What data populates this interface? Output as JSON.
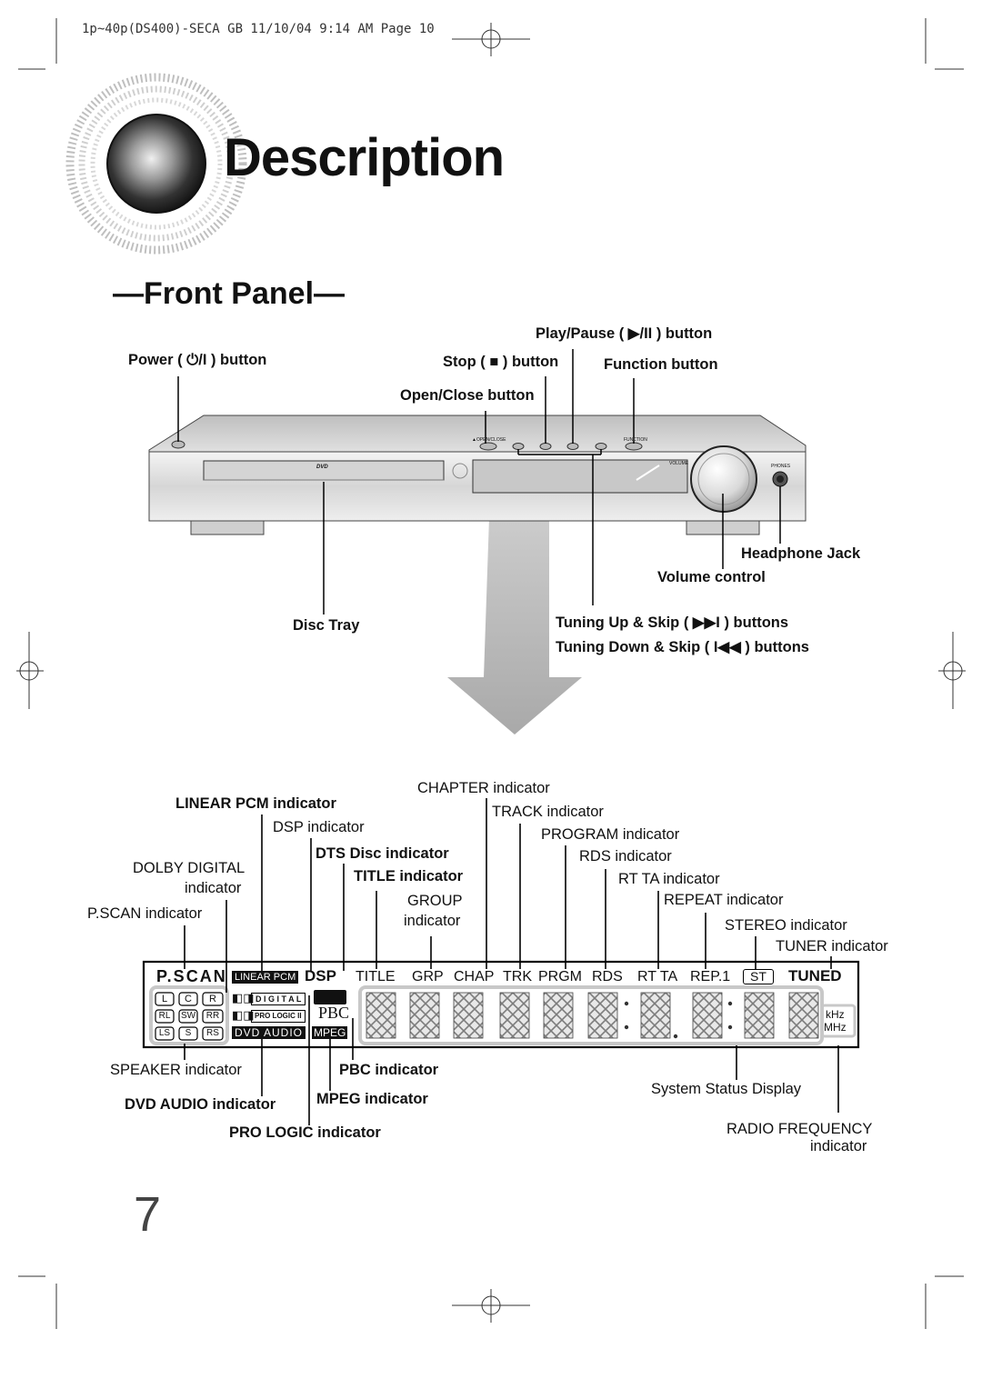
{
  "header": {
    "print_slug": "1p~40p(DS400)-SECA GB  11/10/04 9:14 AM  Page 10"
  },
  "title": "Description",
  "section": "—Front Panel—",
  "front_panel_labels": {
    "power": "Power ( ⏻/I ) button",
    "play_pause": "Play/Pause ( ▶/II ) button",
    "stop": "Stop ( ■ ) button",
    "function": "Function button",
    "open_close": "Open/Close button",
    "headphone": "Headphone Jack",
    "volume": "Volume control",
    "disc_tray": "Disc Tray",
    "tuning_up": "Tuning Up & Skip ( ▶▶I ) buttons",
    "tuning_down": "Tuning Down & Skip ( I◀◀ ) buttons"
  },
  "device_printed": {
    "open_close": "▲OPEN/CLOSE",
    "function": "FUNCTION",
    "volume": "VOLUME",
    "phones": "PHONES",
    "dvd": "DVD"
  },
  "display_labels": {
    "chapter": "CHAPTER indicator",
    "linear_pcm": "LINEAR PCM indicator",
    "track": "TRACK indicator",
    "dsp": "DSP indicator",
    "program": "PROGRAM indicator",
    "dts": "DTS Disc indicator",
    "rds": "RDS indicator",
    "dolby_digital_1": "DOLBY DIGITAL",
    "dolby_digital_2": "indicator",
    "title": "TITLE indicator",
    "rt_ta": "RT TA indicator",
    "group_1": "GROUP",
    "group_2": "indicator",
    "repeat": "REPEAT indicator",
    "pscan": "P.SCAN indicator",
    "stereo": "STEREO indicator",
    "tuner": "TUNER indicator",
    "speaker": "SPEAKER indicator",
    "pbc": "PBC indicator",
    "system_status": "System Status Display",
    "dvd_audio": "DVD AUDIO indicator",
    "mpeg": "MPEG indicator",
    "pro_logic": "PRO LOGIC indicator",
    "radio_frequency_1": "RADIO FREQUENCY",
    "radio_frequency_2": "indicator"
  },
  "display_panel": {
    "pscan": "P.SCAN",
    "linear_pcm": "LINEAR PCM",
    "dsp": "DSP",
    "title": "TITLE",
    "grp": "GRP",
    "chap": "CHAP",
    "trk": "TRK",
    "prgm": "PRGM",
    "rds": "RDS",
    "rt_ta": "RT TA",
    "rep": "REP.1",
    "st": "ST",
    "tuned": "TUNED",
    "digital": "D I G I T A L",
    "pro_logic": "PRO LOGIC II",
    "pbc": "PBC",
    "dvd_audio": "DVD AUDIO",
    "mpeg": "MPEG",
    "khz": "kHz",
    "mhz": "MHz",
    "speakers": [
      "L",
      "C",
      "R",
      "RL",
      "SW",
      "RR",
      "LS",
      "S",
      "RS"
    ]
  },
  "page_number": "7"
}
